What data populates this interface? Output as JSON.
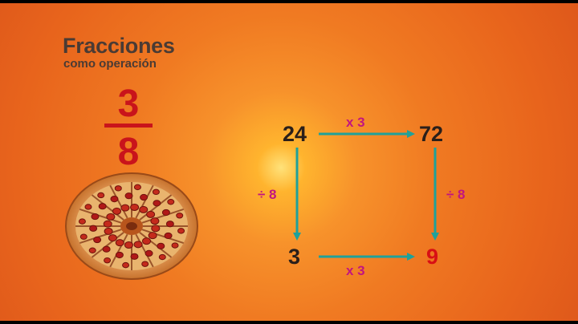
{
  "heading": {
    "title": "Fracciones",
    "subtitle": "como operación"
  },
  "fraction": {
    "numerator": "3",
    "denominator": "8"
  },
  "diagram": {
    "top_left": "24",
    "top_right": "72",
    "bottom_left": "3",
    "bottom_right": "9",
    "top_operation": "x 3",
    "bottom_operation": "x 3",
    "left_operation": "÷ 8",
    "right_operation": "÷ 8"
  },
  "colors": {
    "background": "#f07a22",
    "heading_text": "#4a3b34",
    "fraction": "#c9141b",
    "arrows": "#1fa19a",
    "operations": "#c2157f",
    "result": "#d80f14"
  },
  "icons": {
    "pizza": "pizza-icon"
  }
}
